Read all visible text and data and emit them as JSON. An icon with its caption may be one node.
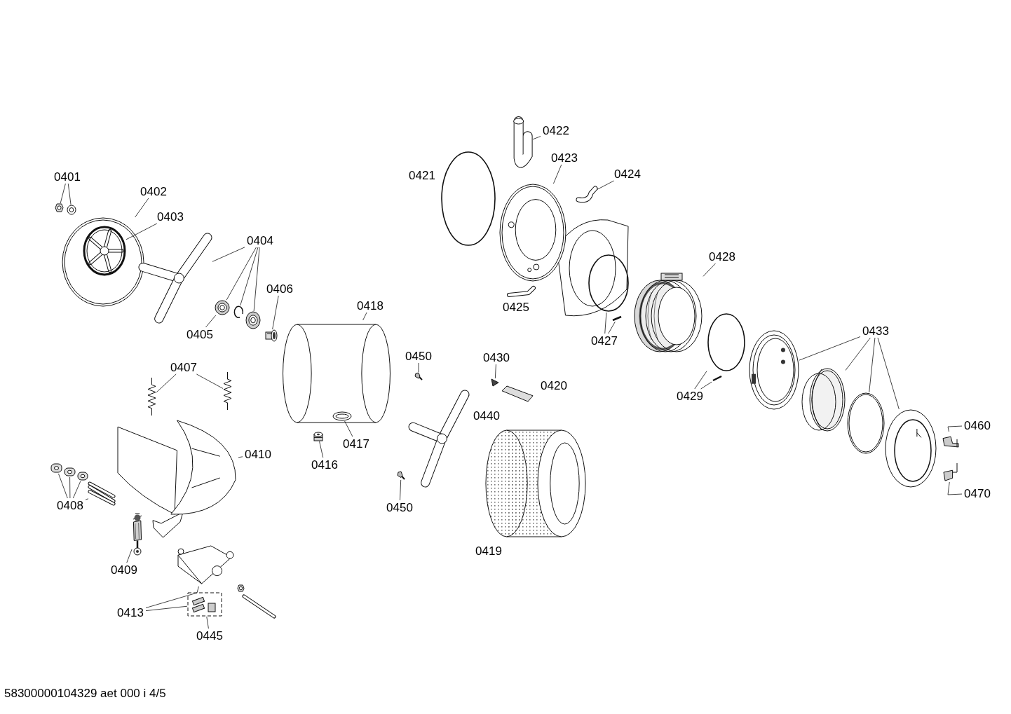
{
  "diagram": {
    "nodes": [
      {
        "text": [
          "0401"
        ]
      },
      {
        "text": [],
        "shape": "picture"
      },
      {
        "text": [],
        "shape": "picture"
      },
      {
        "text": [
          "0402"
        ]
      },
      {
        "text": [],
        "shape": "picture"
      },
      {
        "text": [
          "0403"
        ]
      },
      {
        "text": [],
        "shape": "picture",
        "in": 4
      },
      {
        "text": [
          "0404"
        ]
      },
      {
        "text": [],
        "shape": "picture"
      },
      {
        "text": [],
        "shape": "picture"
      },
      {
        "text": [],
        "shape": "picture"
      },
      {
        "text": [],
        "shape": "picture"
      },
      {
        "text": [
          "0405"
        ]
      },
      {
        "text": [
          "0406"
        ]
      },
      {
        "text": [],
        "shape": "picture"
      },
      {
        "text": [
          "0407"
        ]
      },
      {
        "text": [],
        "shape": "picture"
      },
      {
        "text": [],
        "shape": "picture"
      },
      {
        "text": [
          "0410"
        ]
      },
      {
        "text": [],
        "shape": "picture"
      },
      {
        "text": [
          "0408"
        ]
      },
      {
        "text": [],
        "shape": "picture"
      },
      {
        "text": [],
        "shape": "picture"
      },
      {
        "text": [],
        "shape": "picture"
      },
      {
        "text": [],
        "shape": "picture"
      },
      {
        "text": [
          "0409"
        ]
      },
      {
        "text": [],
        "shape": "picture"
      },
      {
        "text": [
          "0413"
        ]
      },
      {
        "text": [],
        "shape": "picture"
      },
      {
        "text": [],
        "shape": "box"
      },
      {
        "text": [
          "0445"
        ]
      },
      {
        "text": [
          "0418"
        ]
      },
      {
        "text": [],
        "shape": "picture"
      },
      {
        "text": [
          "0417"
        ]
      },
      {
        "text": [],
        "shape": "picture",
        "in": 32
      },
      {
        "text": [
          "0416"
        ]
      },
      {
        "text": [],
        "shape": "picture"
      },
      {
        "text": [
          "0450"
        ]
      },
      {
        "text": [],
        "shape": "picture"
      },
      {
        "text": [
          "0450"
        ]
      },
      {
        "text": [],
        "shape": "picture"
      },
      {
        "text": [
          "0430"
        ]
      },
      {
        "text": [],
        "shape": "picture"
      },
      {
        "text": [
          "0422"
        ]
      },
      {
        "text": [],
        "shape": "picture"
      },
      {
        "text": [
          "0423"
        ]
      },
      {
        "text": [],
        "shape": "picture"
      },
      {
        "text": [
          "0424"
        ]
      },
      {
        "text": [],
        "shape": "picture"
      },
      {
        "text": [
          "0427"
        ]
      },
      {
        "text": [],
        "shape": "circle"
      },
      {
        "text": [],
        "shape": "picture"
      },
      {
        "text": [
          "0428"
        ]
      },
      {
        "text": [],
        "shape": "picture"
      },
      {
        "text": [
          "0429"
        ]
      },
      {
        "text": [],
        "shape": "circle"
      },
      {
        "text": [],
        "shape": "picture"
      },
      {
        "text": [
          "0433"
        ]
      },
      {
        "text": [],
        "shape": "picture"
      },
      {
        "text": [],
        "shape": "picture"
      },
      {
        "text": [],
        "shape": "picture"
      },
      {
        "text": [],
        "shape": "picture"
      },
      {
        "text": [
          "0460"
        ]
      },
      {
        "text": [],
        "shape": "picture"
      },
      {
        "text": [
          "0470"
        ]
      },
      {
        "text": [],
        "shape": "picture"
      }
    ],
    "edges": [
      {
        "from": 0,
        "to": 1,
        "arrow": "none"
      },
      {
        "from": 0,
        "to": 2,
        "arrow": "none"
      },
      {
        "from": 3,
        "to": 4,
        "arrow": "none"
      },
      {
        "from": 5,
        "to": 6,
        "arrow": "none"
      },
      {
        "from": 7,
        "to": 8,
        "arrow": "none"
      },
      {
        "from": 7,
        "to": 9,
        "arrow": "none"
      },
      {
        "from": 7,
        "to": 10,
        "arrow": "none"
      },
      {
        "from": 7,
        "to": 11,
        "arrow": "none"
      },
      {
        "from": 12,
        "to": 9,
        "arrow": "none"
      },
      {
        "from": 13,
        "to": 14,
        "arrow": "none"
      },
      {
        "from": 15,
        "to": 16,
        "arrow": "none"
      },
      {
        "from": 15,
        "to": 17,
        "arrow": "none"
      },
      {
        "from": 18,
        "to": 19,
        "arrow": "none"
      },
      {
        "from": 20,
        "to": 21,
        "arrow": "none"
      },
      {
        "from": 20,
        "to": 22,
        "arrow": "none"
      },
      {
        "from": 20,
        "to": 23,
        "arrow": "none"
      },
      {
        "from": 20,
        "to": 24,
        "arrow": "none"
      },
      {
        "from": 25,
        "to": 26,
        "arrow": "none"
      },
      {
        "from": 27,
        "to": 28,
        "arrow": "none"
      },
      {
        "from": 27,
        "to": 29,
        "arrow": "none"
      },
      {
        "from": 30,
        "to": 29,
        "arrow": "none"
      },
      {
        "from": 31,
        "to": 32,
        "arrow": "none"
      },
      {
        "from": 33,
        "to": 34,
        "arrow": "none"
      },
      {
        "from": 35,
        "to": 36,
        "arrow": "none"
      },
      {
        "from": 37,
        "to": 38,
        "arrow": "none"
      },
      {
        "from": 39,
        "to": 40,
        "arrow": "none"
      },
      {
        "from": 41,
        "to": 42,
        "arrow": "none"
      },
      {
        "from": 43,
        "to": 44,
        "arrow": "none"
      },
      {
        "from": 45,
        "to": 46,
        "arrow": "none"
      },
      {
        "from": 47,
        "to": 48,
        "arrow": "none"
      },
      {
        "from": 49,
        "to": 50,
        "arrow": "none"
      },
      {
        "from": 49,
        "to": 51,
        "arrow": "none"
      },
      {
        "from": 52,
        "to": 53,
        "arrow": "none"
      },
      {
        "from": 54,
        "to": 55,
        "arrow": "none"
      },
      {
        "from": 54,
        "to": 56,
        "arrow": "none"
      },
      {
        "from": 57,
        "to": 58,
        "arrow": "none"
      },
      {
        "from": 57,
        "to": 59,
        "arrow": "none"
      },
      {
        "from": 57,
        "to": 60,
        "arrow": "none"
      },
      {
        "from": 57,
        "to": 61,
        "arrow": "none"
      },
      {
        "from": 62,
        "to": 63,
        "arrow": "none"
      },
      {
        "from": 64,
        "to": 65,
        "arrow": "none"
      }
    ],
    "labels": [
      "0421",
      "0425",
      "0420",
      "0440",
      "0419",
      "58300000104329 aet 000 i 4/5"
    ]
  }
}
